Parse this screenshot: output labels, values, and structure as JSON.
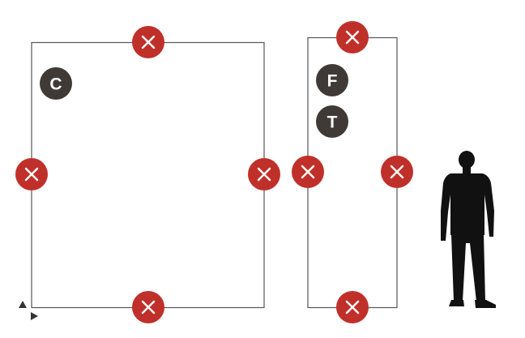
{
  "colors": {
    "remove_button": "#c0302a",
    "badge": "#3f3a36",
    "badge_text": "#ffffff",
    "frame_stroke": "#555555",
    "silhouette": "#111111",
    "axis_arrow": "#333333"
  },
  "icons": {
    "remove": "close-icon",
    "human_scale": "person-silhouette-icon",
    "axis_up": "triangle-up-icon",
    "axis_right": "triangle-right-icon"
  },
  "panels": {
    "left": {
      "badges": [
        "C"
      ]
    },
    "right": {
      "badges": [
        "F",
        "T"
      ]
    }
  }
}
